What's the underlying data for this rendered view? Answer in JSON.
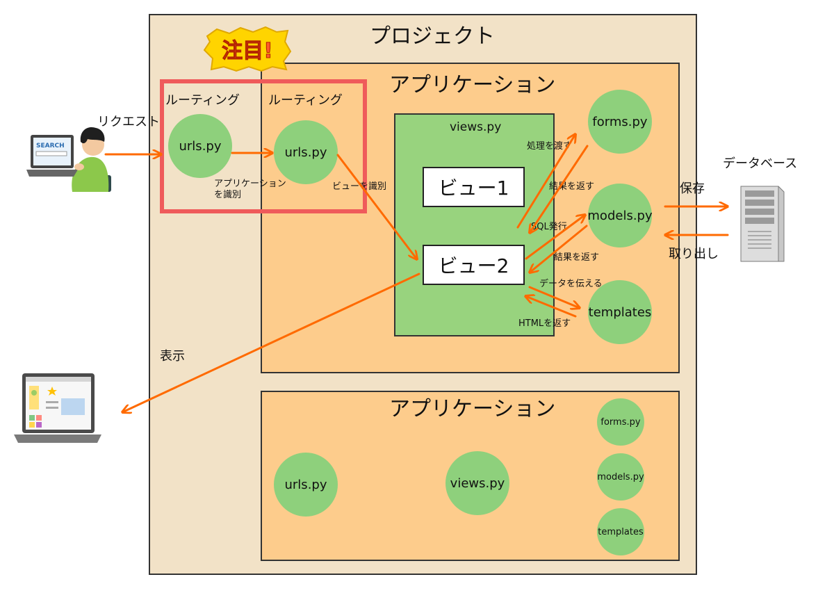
{
  "project": {
    "title": "プロジェクト"
  },
  "badge": {
    "text": "注目!"
  },
  "routing": {
    "label_1": "ルーティング",
    "label_2": "ルーティング"
  },
  "app1": {
    "title": "アプリケーション",
    "urls_1": "urls.py",
    "urls_2": "urls.py",
    "views_title": "views.py",
    "view1": "ビュー1",
    "view2": "ビュー2",
    "forms": "forms.py",
    "models": "models.py",
    "templates": "templates"
  },
  "labels": {
    "request": "リクエスト",
    "identify_app_1": "アプリケーション",
    "identify_app_2": "を識別",
    "identify_view": "ビューを識別",
    "pass_processing": "処理を渡す",
    "return_result_1": "結果を返す",
    "sql": "SQL発行",
    "return_result_2": "結果を返す",
    "pass_data": "データを伝える",
    "return_html": "HTMLを返す",
    "display": "表示",
    "save": "保存",
    "retrieve": "取り出し",
    "database": "データベース"
  },
  "app2": {
    "title": "アプリケーション",
    "urls": "urls.py",
    "views": "views.py",
    "forms": "forms.py",
    "models": "models.py",
    "templates": "templates"
  },
  "colors": {
    "project_bg": "#f2e2c7",
    "app_bg": "#fdcc8c",
    "views_bg": "#98d37e",
    "circle": "#8ed07c",
    "arrow": "#ff6a00",
    "focus_frame": "#ef5b5b"
  },
  "icons": [
    "user-at-laptop-icon",
    "laptop-browser-icon",
    "database-server-icon",
    "attention-badge-icon"
  ]
}
